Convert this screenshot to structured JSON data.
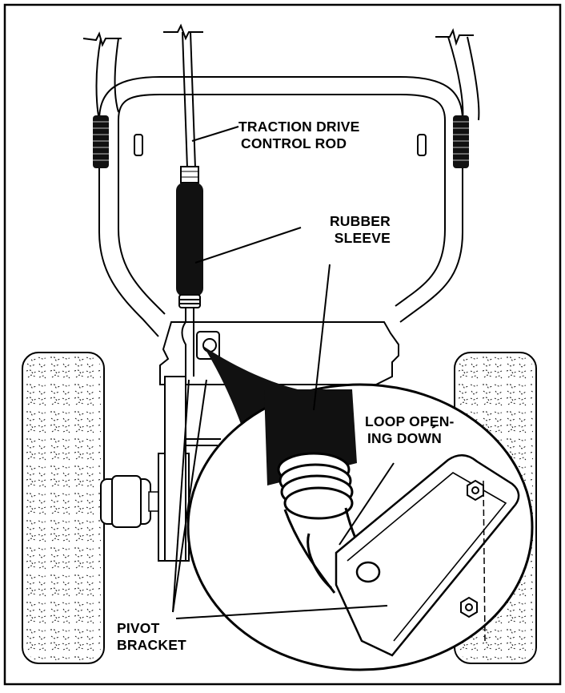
{
  "labels": {
    "traction_drive_control_rod": [
      "TRACTION DRIVE",
      "CONTROL ROD"
    ],
    "rubber_sleeve": [
      "RUBBER",
      "SLEEVE"
    ],
    "loop_opening_down": [
      "LOOP OPEN-",
      "ING DOWN"
    ],
    "pivot_bracket": [
      "PIVOT",
      "BRACKET"
    ]
  },
  "colors": {
    "ink": "#000000",
    "paper": "#ffffff"
  }
}
